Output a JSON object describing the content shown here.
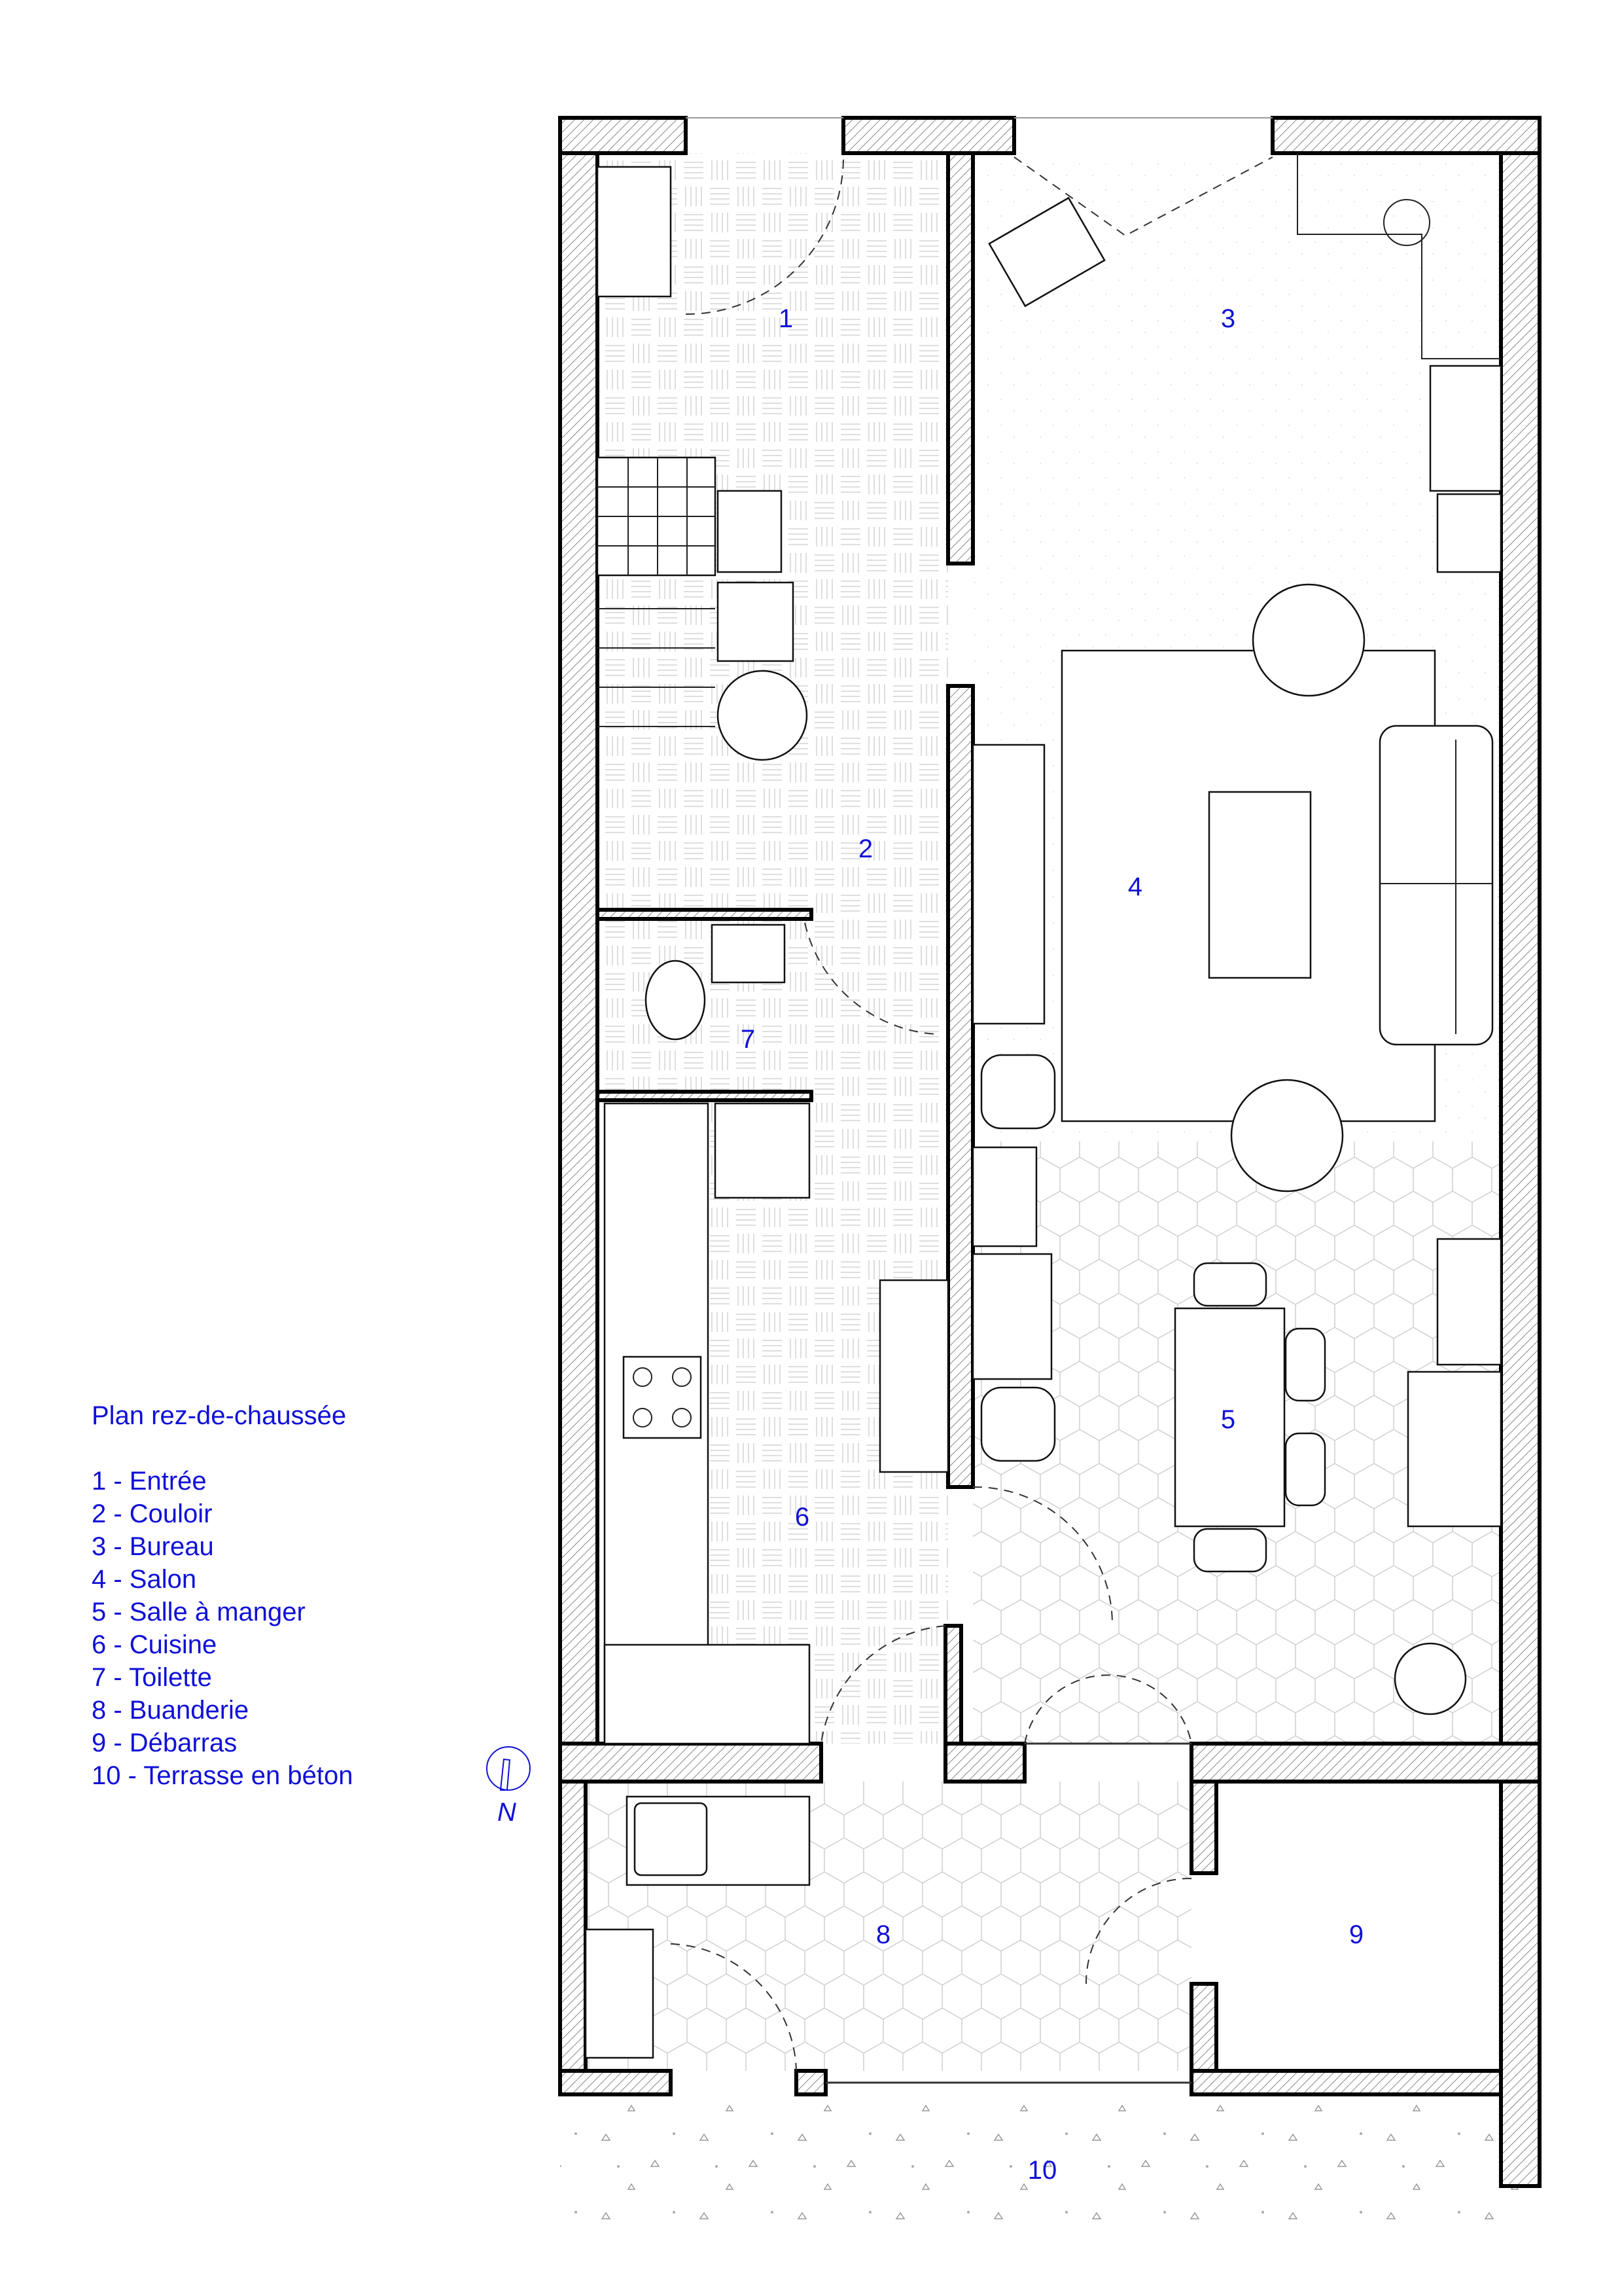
{
  "legend": {
    "title": "Plan rez-de-chaussée",
    "items": [
      "1 - Entrée",
      "2 - Couloir",
      "3 - Bureau",
      "4 - Salon",
      "5 - Salle à manger",
      "6 - Cuisine",
      "7 - Toilette",
      "8 - Buanderie",
      "9 - Débarras",
      "10 - Terrasse en béton"
    ]
  },
  "rooms": [
    "1",
    "2",
    "3",
    "4",
    "5",
    "6",
    "7",
    "8",
    "9",
    "10"
  ],
  "north_arrow": {
    "label": "N"
  },
  "colors": {
    "annotation": "#1010d8",
    "wall": "#000000",
    "hatch": "#9a9a9a"
  }
}
